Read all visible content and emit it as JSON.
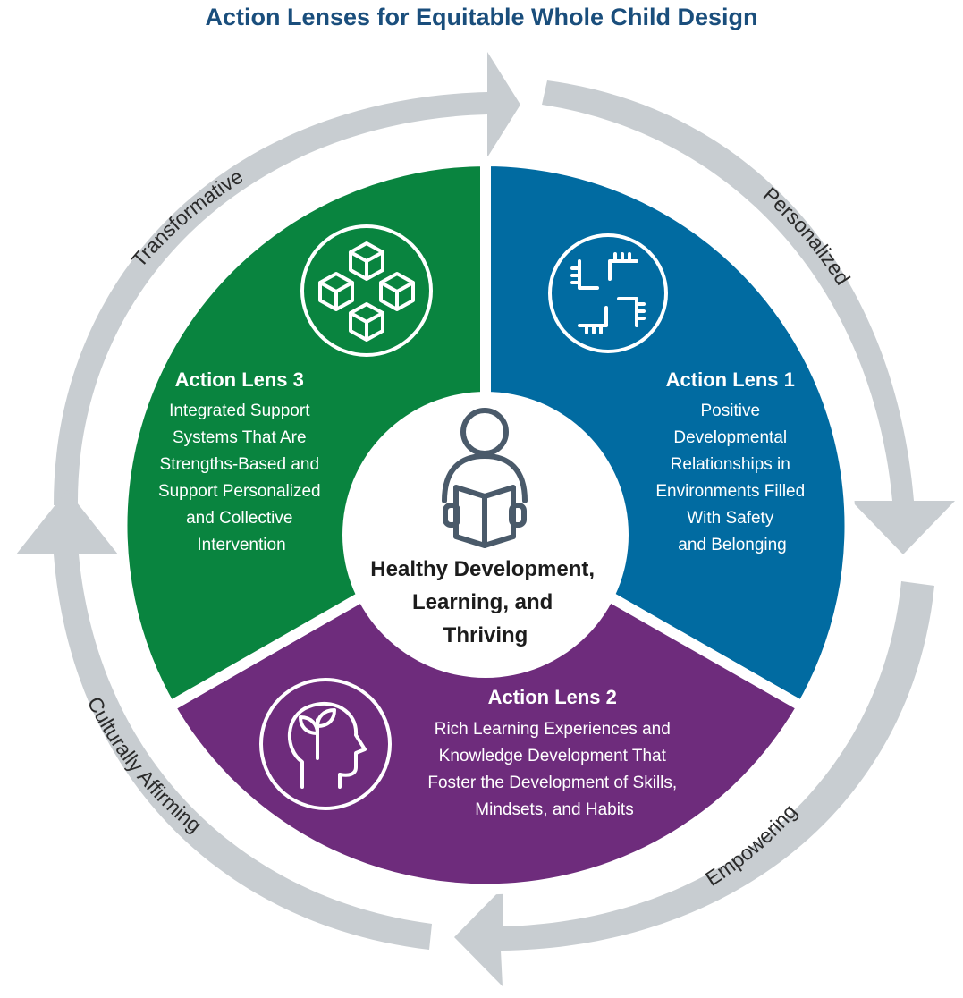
{
  "title": "Action Lenses for Equitable Whole Child Design",
  "colors": {
    "title": "#1a4e7c",
    "lens1": "#016ba1",
    "lens2": "#6e2c7c",
    "lens3": "#09843f",
    "arrow": "#c8cdd1",
    "icon_stroke": "#4a5a6a"
  },
  "center": {
    "icon": "reading-person-icon",
    "lines": [
      "Healthy Development,",
      "Learning, and",
      "Thriving"
    ]
  },
  "lenses": [
    {
      "heading": "Action Lens 1",
      "lines": [
        "Positive",
        "Developmental",
        "Relationships in",
        "Environments Filled",
        "With Safety",
        "and Belonging"
      ],
      "icon": "hands-circle-icon"
    },
    {
      "heading": "Action Lens 2",
      "lines": [
        "Rich Learning Experiences and",
        "Knowledge Development That",
        "Foster the Development of Skills,",
        "Mindsets, and Habits"
      ],
      "icon": "head-sprout-icon"
    },
    {
      "heading": "Action Lens 3",
      "lines": [
        "Integrated Support",
        "Systems That Are",
        "Strengths-Based and",
        "Support Personalized",
        "and Collective",
        "Intervention"
      ],
      "icon": "connected-cubes-icon"
    }
  ],
  "ring_labels": [
    "Transformative",
    "Personalized",
    "Empowering",
    "Culturally Affirming"
  ]
}
